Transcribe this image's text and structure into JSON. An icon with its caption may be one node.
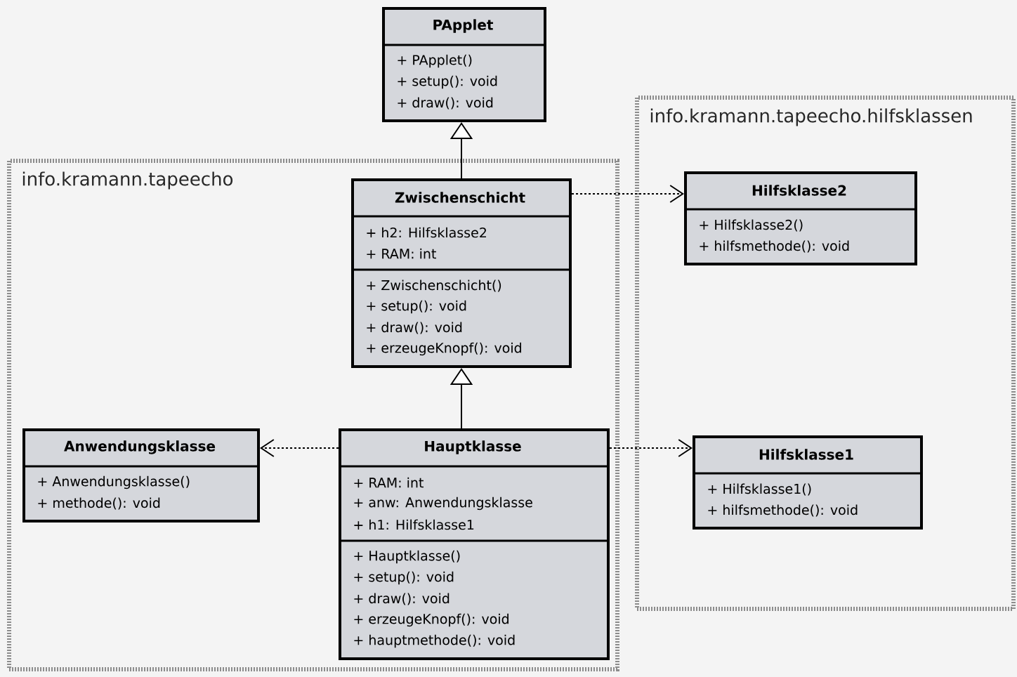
{
  "diagram": {
    "nodes": [
      {
        "text": [
          "PApplet",
          "+ PApplet()",
          "+ setup(): void",
          "+ draw(): void"
        ]
      },
      {
        "text": [
          "info.kramann.tapeecho"
        ]
      },
      {
        "text": [
          "Zwischenschicht",
          "+ h2: Hilfsklasse2",
          "+ RAM: int",
          "+ Zwischenschicht()",
          "+ setup(): void",
          "+ draw(): void",
          "+ erzeugeKnopf(): void"
        ],
        "in": 1
      },
      {
        "text": [
          "info.kramann.tapeecho.hilfsklassen"
        ]
      },
      {
        "text": [
          "Hilfsklasse2",
          "+ Hilfsklasse2()",
          "+ hilfsmethode(): void"
        ],
        "in": 3
      },
      {
        "text": [
          "Anwendungsklasse",
          "+ Anwendungsklasse()",
          "+ methode(): void"
        ],
        "in": 1
      },
      {
        "text": [
          "Hauptklasse",
          "+ RAM: int",
          "+ anw: Anwendungsklasse",
          "+ h1: Hilfsklasse1",
          "+ Hauptklasse()",
          "+ setup(): void",
          "+ draw(): void",
          "+ erzeugeKnopf(): void",
          "+ hauptmethode(): void"
        ],
        "in": 1
      },
      {
        "text": [
          "Hilfsklasse1",
          "+ Hilfsklasse1()",
          "+ hilfsmethode(): void"
        ],
        "in": 3
      }
    ],
    "edges": [
      {
        "from": 2,
        "to": 0,
        "arrow": "to"
      },
      {
        "from": 6,
        "to": 2,
        "arrow": "to"
      },
      {
        "from": 2,
        "to": 4,
        "arrow": "to",
        "style": "dashed"
      },
      {
        "from": 6,
        "to": 5,
        "arrow": "to",
        "style": "dashed"
      },
      {
        "from": 6,
        "to": 7,
        "arrow": "to",
        "style": "dashed"
      }
    ]
  }
}
